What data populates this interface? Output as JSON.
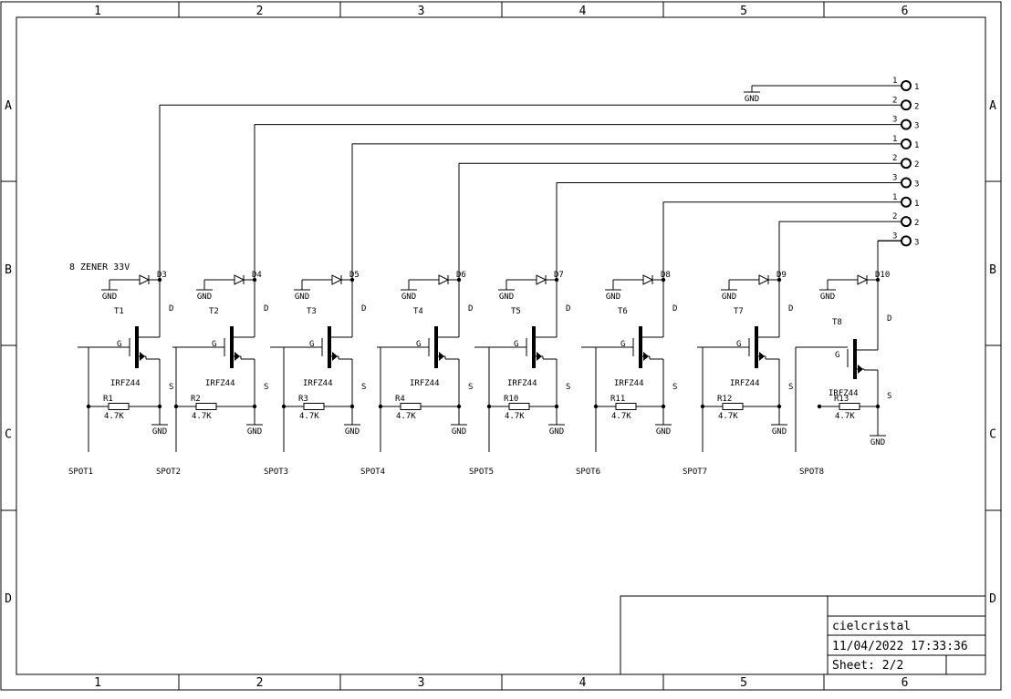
{
  "frame": {
    "columns": [
      "1",
      "2",
      "3",
      "4",
      "5",
      "6"
    ],
    "rows": [
      "A",
      "B",
      "C",
      "D"
    ]
  },
  "title_block": {
    "project": "cielcristal",
    "datetime": "11/04/2022 17:33:36",
    "sheet": "Sheet: 2/2"
  },
  "zener_note": "8 ZENER 33V",
  "connectors": [
    {
      "pin": "1",
      "label": "1",
      "gnd": "GND"
    },
    {
      "pin": "2",
      "label": "2"
    },
    {
      "pin": "3",
      "label": "3"
    },
    {
      "pin": "1",
      "label": "1"
    },
    {
      "pin": "2",
      "label": "2"
    },
    {
      "pin": "3",
      "label": "3"
    },
    {
      "pin": "1",
      "label": "1"
    },
    {
      "pin": "2",
      "label": "2"
    },
    {
      "pin": "3",
      "label": "3"
    }
  ],
  "channels": [
    {
      "diode": "D3",
      "gnd": "GND",
      "transistor": "T1",
      "part": "IRFZ44",
      "resistor": "R1",
      "value": "4.7K",
      "spot": "SPOT1",
      "gate": "G",
      "drain": "D",
      "source": "S",
      "source_gnd": "GND"
    },
    {
      "diode": "D4",
      "gnd": "GND",
      "transistor": "T2",
      "part": "IRFZ44",
      "resistor": "R2",
      "value": "4.7K",
      "spot": "SPOT2",
      "gate": "G",
      "drain": "D",
      "source": "S",
      "source_gnd": "GND"
    },
    {
      "diode": "D5",
      "gnd": "GND",
      "transistor": "T3",
      "part": "IRFZ44",
      "resistor": "R3",
      "value": "4.7K",
      "spot": "SPOT3",
      "gate": "G",
      "drain": "D",
      "source": "S",
      "source_gnd": "GND"
    },
    {
      "diode": "D6",
      "gnd": "GND",
      "transistor": "T4",
      "part": "IRFZ44",
      "resistor": "R4",
      "value": "4.7K",
      "spot": "SPOT4",
      "gate": "G",
      "drain": "D",
      "source": "S",
      "source_gnd": "GND"
    },
    {
      "diode": "D7",
      "gnd": "GND",
      "transistor": "T5",
      "part": "IRFZ44",
      "resistor": "R10",
      "value": "4.7K",
      "spot": "SPOT5",
      "gate": "G",
      "drain": "D",
      "source": "S",
      "source_gnd": "GND"
    },
    {
      "diode": "D8",
      "gnd": "GND",
      "transistor": "T6",
      "part": "IRFZ44",
      "resistor": "R11",
      "value": "4.7K",
      "spot": "SPOT6",
      "gate": "G",
      "drain": "D",
      "source": "S",
      "source_gnd": "GND"
    },
    {
      "diode": "D9",
      "gnd": "GND",
      "transistor": "T7",
      "part": "IRFZ44",
      "resistor": "R12",
      "value": "4.7K",
      "spot": "SPOT7",
      "gate": "G",
      "drain": "D",
      "source": "S",
      "source_gnd": "GND"
    },
    {
      "diode": "D10",
      "gnd": "GND",
      "transistor": "T8",
      "part": "IRFZ44",
      "resistor": "R13",
      "value": "4.7K",
      "spot": "SPOT8",
      "gate": "G",
      "drain": "D",
      "source": "S",
      "source_gnd": "GND"
    }
  ]
}
